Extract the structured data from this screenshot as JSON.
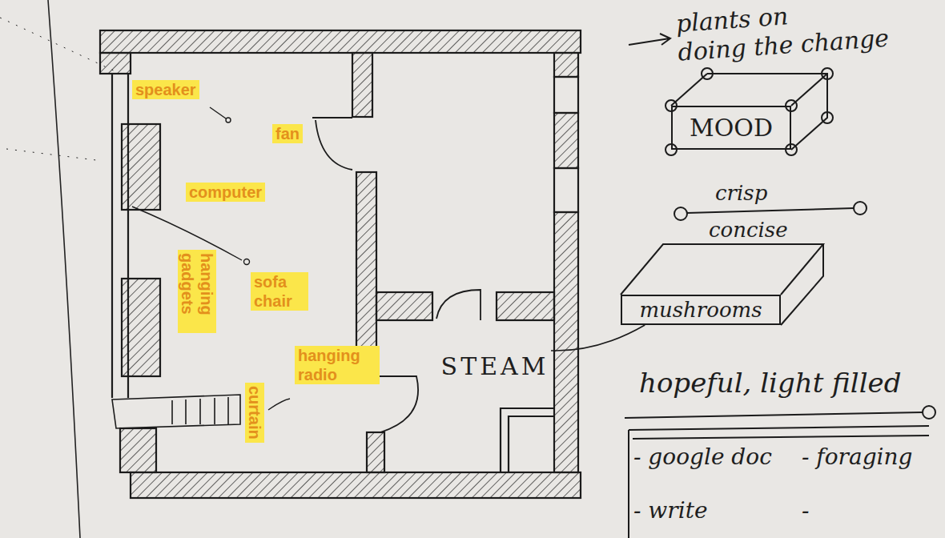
{
  "diagram": {
    "nodes": [
      {
        "text": [
          "STEAM"
        ]
      },
      {
        "text": [
          "MOOD"
        ]
      },
      {
        "text": [
          "mushrooms"
        ]
      },
      {
        "text": [
          "- google doc",
          "- foraging",
          "- write",
          "-"
        ]
      }
    ],
    "edges": [
      {
        "from": 0,
        "to": 2,
        "arrow": "none"
      }
    ],
    "labels": [
      "speaker",
      "fan",
      "computer",
      "hanging gadgets",
      "sofa chair",
      "hanging radio",
      "curtain",
      "plants on doing the change",
      "crisp",
      "concise",
      "hopeful, light filled"
    ]
  }
}
